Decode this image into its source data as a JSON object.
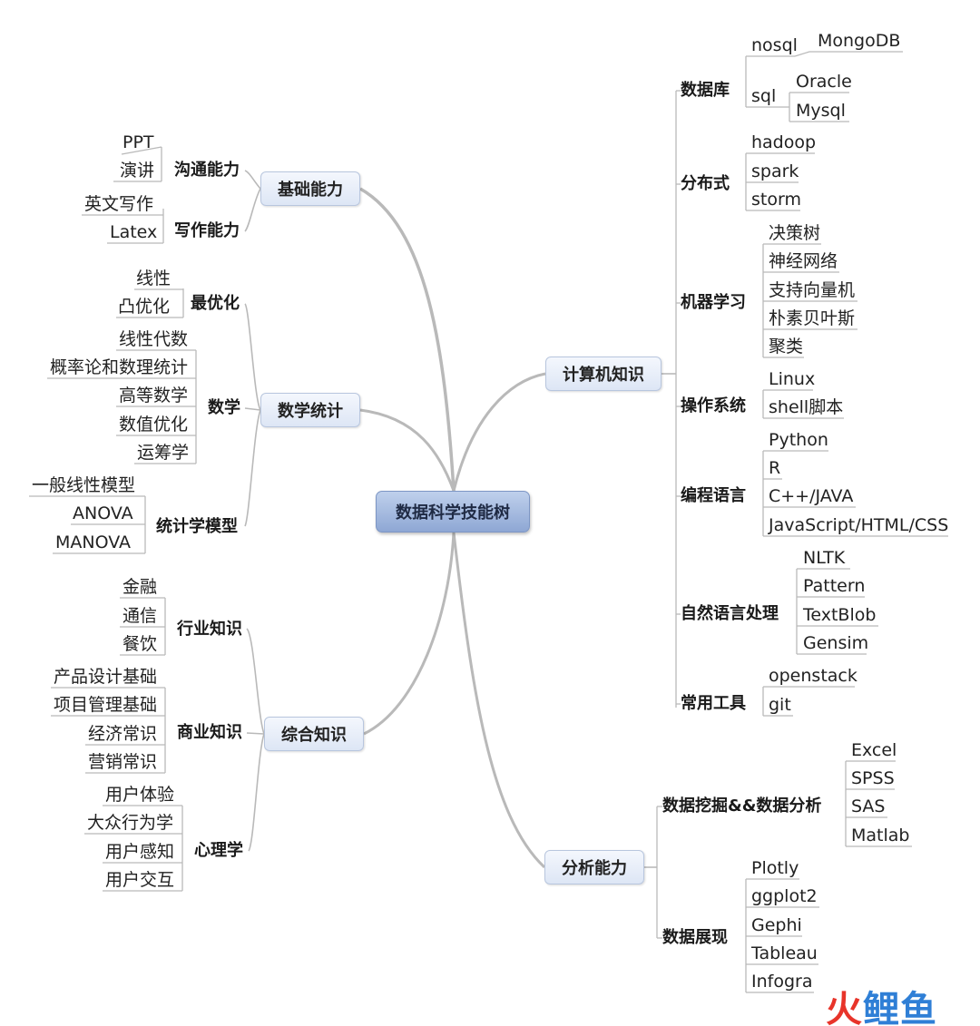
{
  "root": "数据科学技能树",
  "branches": {
    "basic": {
      "label": "基础能力",
      "groups": {
        "comm": {
          "label": "沟通能力",
          "items": [
            "PPT",
            "演讲"
          ]
        },
        "writing": {
          "label": "写作能力",
          "items": [
            "英文写作",
            "Latex"
          ]
        }
      }
    },
    "math": {
      "label": "数学统计",
      "groups": {
        "opt": {
          "label": "最优化",
          "items": [
            "线性",
            "凸优化"
          ]
        },
        "math": {
          "label": "数学",
          "items": [
            "线性代数",
            "概率论和数理统计",
            "高等数学",
            "数值优化",
            "运筹学"
          ]
        },
        "stat": {
          "label": "统计学模型",
          "items": [
            "一般线性模型",
            "ANOVA",
            "MANOVA"
          ]
        }
      }
    },
    "general": {
      "label": "综合知识",
      "groups": {
        "industry": {
          "label": "行业知识",
          "items": [
            "金融",
            "通信",
            "餐饮"
          ]
        },
        "business": {
          "label": "商业知识",
          "items": [
            "产品设计基础",
            "项目管理基础",
            "经济常识",
            "营销常识"
          ]
        },
        "psych": {
          "label": "心理学",
          "items": [
            "用户体验",
            "大众行为学",
            "用户感知",
            "用户交互"
          ]
        }
      }
    },
    "cs": {
      "label": "计算机知识",
      "groups": {
        "db": {
          "label": "数据库",
          "nosql": {
            "label": "nosql",
            "items": [
              "MongoDB"
            ]
          },
          "sql": {
            "label": "sql",
            "items": [
              "Oracle",
              "Mysql"
            ]
          }
        },
        "dist": {
          "label": "分布式",
          "items": [
            "hadoop",
            "spark",
            "storm"
          ]
        },
        "ml": {
          "label": "机器学习",
          "items": [
            "决策树",
            "神经网络",
            "支持向量机",
            "朴素贝叶斯",
            "聚类"
          ]
        },
        "os": {
          "label": "操作系统",
          "items": [
            "Linux",
            "shell脚本"
          ]
        },
        "lang": {
          "label": "编程语言",
          "items": [
            "Python",
            "R",
            "C++/JAVA",
            "JavaScript/HTML/CSS"
          ]
        },
        "nlp": {
          "label": "自然语言处理",
          "items": [
            "NLTK",
            "Pattern",
            "TextBlob",
            "Gensim"
          ]
        },
        "tools": {
          "label": "常用工具",
          "items": [
            "openstack",
            "git"
          ]
        }
      }
    },
    "analysis": {
      "label": "分析能力",
      "groups": {
        "mining": {
          "label": "数据挖掘&&数据分析",
          "items": [
            "Excel",
            "SPSS",
            "SAS",
            "Matlab"
          ]
        },
        "viz": {
          "label": "数据展现",
          "items": [
            "Plotly",
            "ggplot2",
            "Gephi",
            "Tableau",
            "Infogra"
          ]
        }
      }
    }
  },
  "watermark": {
    "char1": "火",
    "rest": "鲤鱼",
    "color1": "#e8342a",
    "color2": "#2f7fd6"
  },
  "colors": {
    "line": "#b9b9b9",
    "root_fill": "#9fb6df"
  }
}
